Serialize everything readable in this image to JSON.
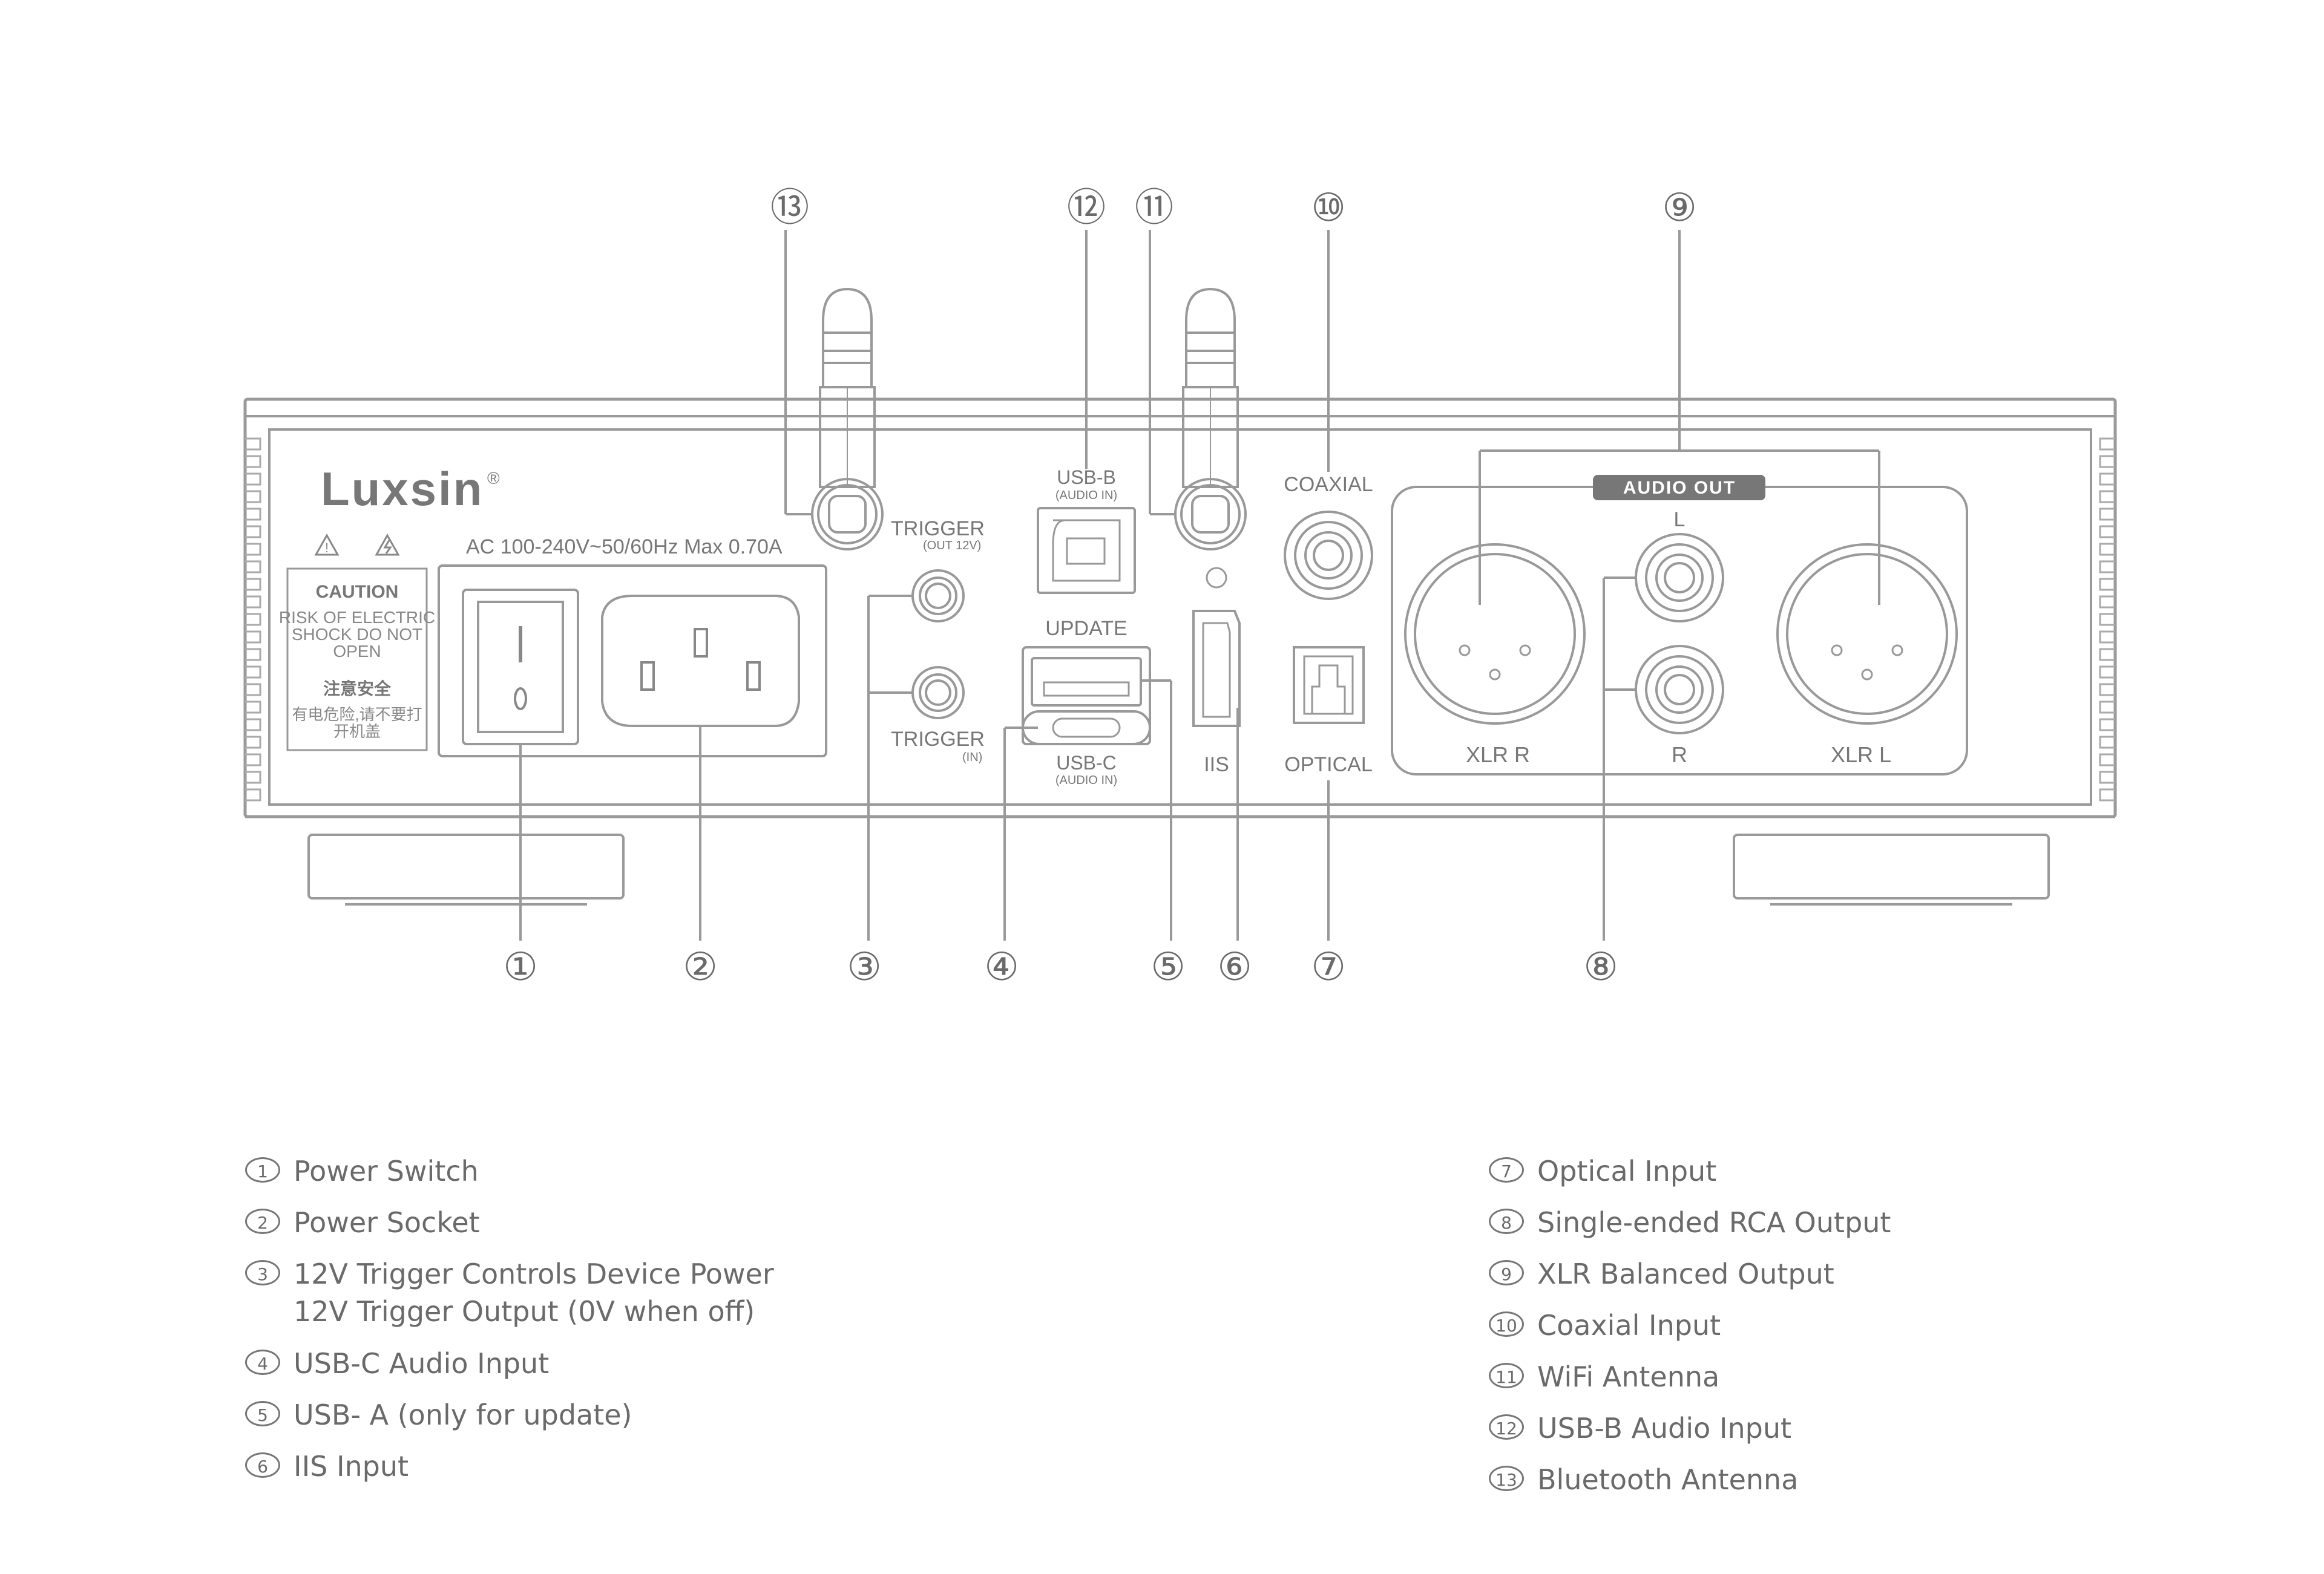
{
  "brand": {
    "logo_text": "Luxsin",
    "registered": "®"
  },
  "rating": "AC 100-240V~50/60Hz Max 0.70A",
  "caution": {
    "title": "CAUTION",
    "lines": [
      "RISK OF ELECTRIC",
      "SHOCK DO NOT",
      "OPEN"
    ],
    "cn_title": "注意安全",
    "cn_lines": [
      "有电危险,请不要打",
      "开机盖"
    ]
  },
  "panel_labels": {
    "trigger_out": "TRIGGER",
    "trigger_out_sub": "(OUT 12V)",
    "trigger_in": "TRIGGER",
    "trigger_in_sub": "(IN)",
    "usb_b": "USB-B",
    "usb_b_sub": "(AUDIO IN)",
    "update": "UPDATE",
    "usb_c": "USB-C",
    "usb_c_sub": "(AUDIO IN)",
    "iis": "IIS",
    "coaxial": "COAXIAL",
    "optical": "OPTICAL",
    "audio_out": "AUDIO OUT",
    "rca_l": "L",
    "rca_r": "R",
    "xlr_r": "XLR R",
    "xlr_l": "XLR L"
  },
  "callouts": {
    "c1": "①",
    "c2": "②",
    "c3": "③",
    "c4": "④",
    "c5": "⑤",
    "c6": "⑥",
    "c7": "⑦",
    "c8": "⑧",
    "c9": "⑨",
    "c10": "⑩",
    "c11": "⑪",
    "c12": "⑫",
    "c13": "⑬"
  },
  "legend_left": [
    {
      "num": "1",
      "lines": [
        "Power Switch"
      ]
    },
    {
      "num": "2",
      "lines": [
        "Power Socket"
      ]
    },
    {
      "num": "3",
      "lines": [
        "12V Trigger Controls Device Power",
        "12V Trigger Output (0V when off)"
      ]
    },
    {
      "num": "4",
      "lines": [
        "USB-C Audio Input"
      ]
    },
    {
      "num": "5",
      "lines": [
        "USB- A (only for update)"
      ]
    },
    {
      "num": "6",
      "lines": [
        "IIS Input"
      ]
    }
  ],
  "legend_right": [
    {
      "num": "7",
      "lines": [
        "Optical Input"
      ]
    },
    {
      "num": "8",
      "lines": [
        "Single-ended RCA Output"
      ]
    },
    {
      "num": "9",
      "lines": [
        "XLR Balanced Output"
      ]
    },
    {
      "num": "10",
      "lines": [
        "Coaxial Input"
      ]
    },
    {
      "num": "11",
      "lines": [
        "WiFi Antenna"
      ]
    },
    {
      "num": "12",
      "lines": [
        "USB-B Audio Input"
      ]
    },
    {
      "num": "13",
      "lines": [
        "Bluetooth Antenna"
      ]
    }
  ]
}
